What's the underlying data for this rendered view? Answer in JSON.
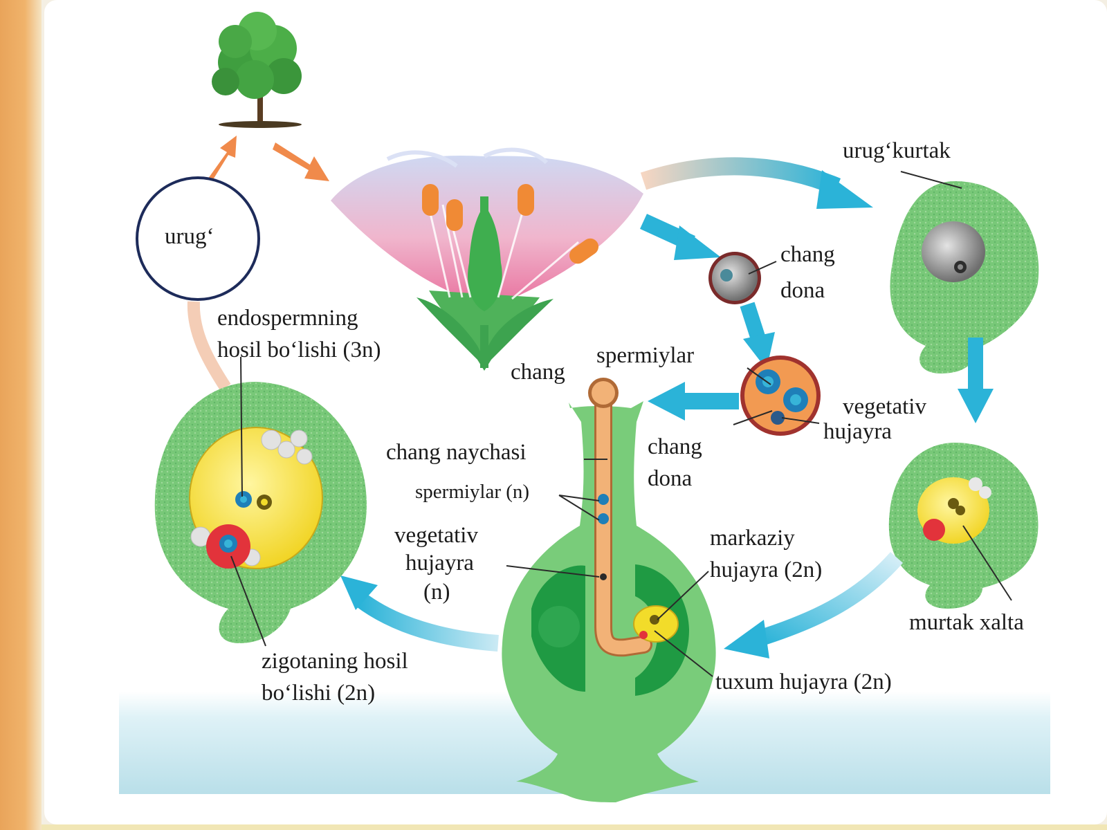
{
  "labels": {
    "urug": "urug‘",
    "urug_kurtak": "urug‘kurtak",
    "chang_dona_top_1": "chang",
    "chang_dona_top_2": "dona",
    "endosperm_1": "endospermning",
    "endosperm_2": "hosil bo‘lishi (3n)",
    "chang": "chang",
    "spermiylar_top": "spermiylar",
    "vegetativ_right_1": "vegetativ",
    "vegetativ_right_2": "hujayra",
    "chang_dona_mid_1": "chang",
    "chang_dona_mid_2": "dona",
    "chang_naychasi": "chang naychasi",
    "spermiylar_n": "spermiylar (n)",
    "vegetativ_left_1": "vegetativ",
    "vegetativ_left_2": "hujayra",
    "vegetativ_left_3": "(n)",
    "markaziy_1": "markaziy",
    "markaziy_2": "hujayra  (2n)",
    "murtak_xalta": "murtak xalta",
    "zigota_1": "zigotaning hosil",
    "zigota_2": "bo‘lishi (2n)",
    "tuxum": "tuxum hujayra (2n)"
  },
  "colors": {
    "green": "#6cc46c",
    "dark_green": "#2f9a45",
    "yellow": "#f2dc2a",
    "blue_arrow": "#2bb3d8",
    "orange_arrow": "#f08a4b",
    "petal_pink": "#f2a9c5",
    "anther": "#f08a35",
    "zygote_red": "#e2333b",
    "nucleus_blue": "#1f7fb8",
    "water": "#cfeaf2"
  }
}
